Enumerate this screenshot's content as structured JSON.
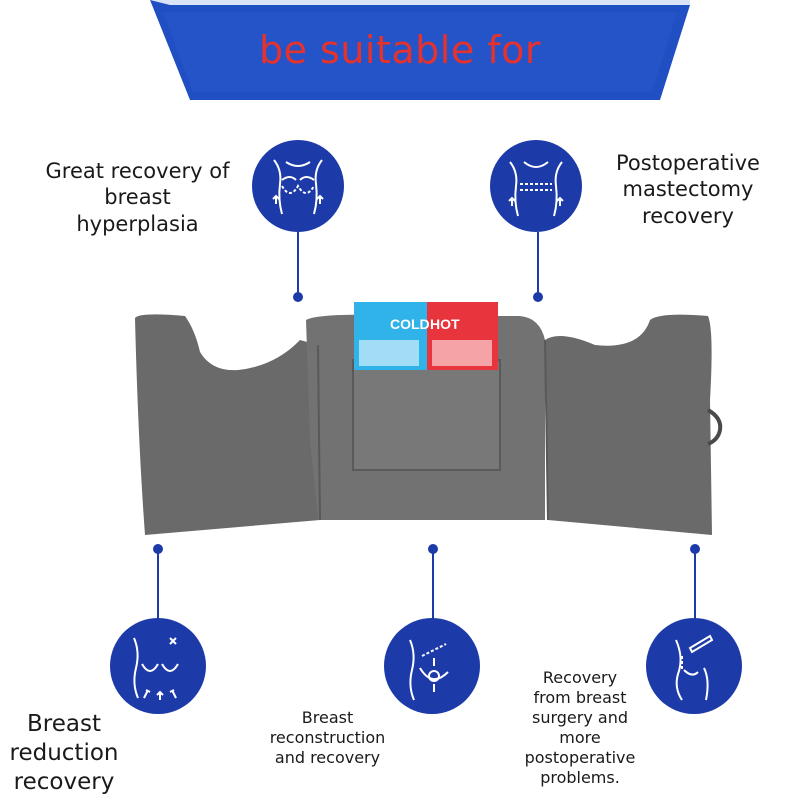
{
  "banner": {
    "title": "be suitable for",
    "background": "#2556c8",
    "title_color": "#e5322d"
  },
  "icon_color": "#1c3aa8",
  "uses": [
    {
      "lines": [
        "Great recovery of",
        "breast",
        "hyperplasia"
      ],
      "icon": "breast-hyperplasia-icon"
    },
    {
      "lines": [
        "Postoperative",
        "mastectomy",
        "recovery"
      ],
      "icon": "mastectomy-recovery-icon"
    },
    {
      "lines": [
        "Breast",
        "reduction",
        "recovery"
      ],
      "icon": "breast-reduction-icon"
    },
    {
      "lines": [
        "Breast",
        "reconstruction",
        "and recovery"
      ],
      "icon": "breast-reconstruction-icon"
    },
    {
      "lines": [
        "Recovery",
        "from breast",
        "surgery and",
        "more",
        "postoperative",
        "problems."
      ],
      "icon": "surgery-recovery-icon"
    }
  ],
  "product": {
    "pillow_color": "#6b6b6b",
    "pack": {
      "cold_label": "COLD",
      "hot_label": "HOT",
      "cold_color": "#2fb3e8",
      "hot_color": "#e8343c"
    }
  }
}
